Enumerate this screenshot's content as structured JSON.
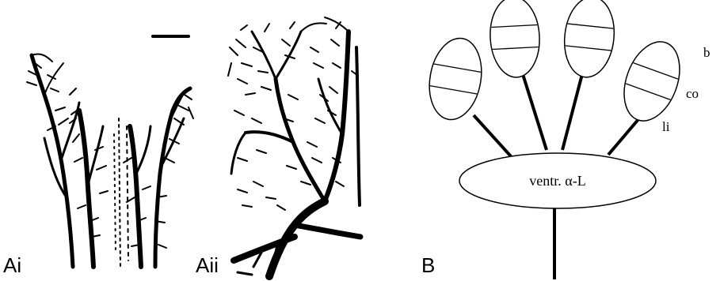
{
  "panels": {
    "ai": {
      "label": "Ai"
    },
    "aii": {
      "label": "Aii"
    },
    "b": {
      "label": "B",
      "center_label": "ventr. α-L",
      "layer_labels": [
        "b",
        "co",
        "li"
      ]
    }
  }
}
